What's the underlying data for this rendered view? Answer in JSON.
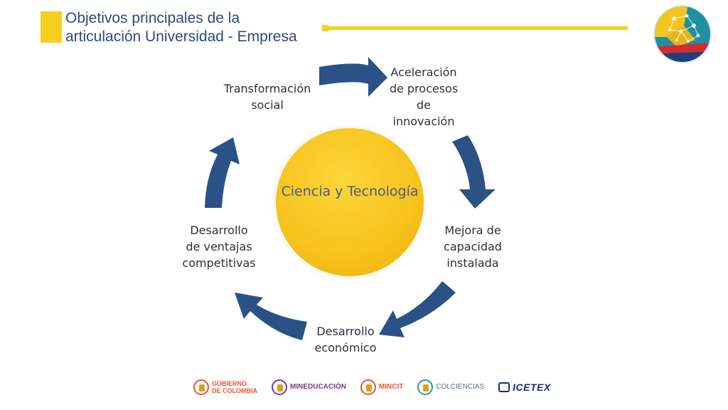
{
  "header": {
    "title_line1": "Objetivos principales de la",
    "title_line2": "articulación Universidad - Empresa"
  },
  "diagram": {
    "center": "Ciencia y Tecnología",
    "nodes": {
      "aceleracion": [
        "Aceleración",
        "de procesos",
        "de",
        "innovación"
      ],
      "mejora": [
        "Mejora de",
        "capacidad",
        "instalada"
      ],
      "desarrollo_economico": [
        "Desarrollo",
        "económico"
      ],
      "desarrollo_ventajas": [
        "Desarrollo",
        "de ventajas",
        "competitivas"
      ],
      "transformacion": [
        "Transformación",
        "social"
      ]
    }
  },
  "footer": {
    "logos": [
      {
        "name": "gobierno",
        "line1": "GOBIERNO",
        "line2": "DE COLOMBIA"
      },
      {
        "name": "mineducacion",
        "line1": "MINEDUCACIÓN"
      },
      {
        "name": "mincit",
        "line1": "MINCIT"
      },
      {
        "name": "colciencias",
        "line1": "COLCIENCIAS"
      },
      {
        "name": "icetex",
        "line1": "ICETEX"
      }
    ]
  },
  "colors": {
    "arrow": "#2a5286",
    "accent": "#f4cf1f",
    "title": "#2d4a7c",
    "circle": "#f7c21b"
  }
}
